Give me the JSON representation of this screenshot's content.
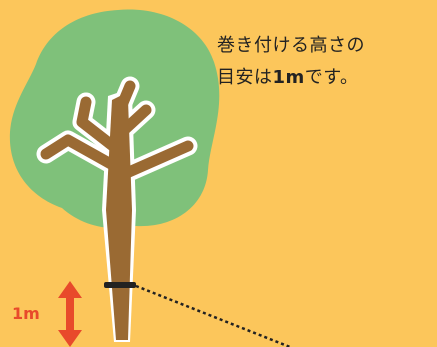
{
  "caption": {
    "line1": "巻き付ける高さの",
    "line2_prefix": "目安は",
    "line2_bold": "1m",
    "line2_suffix": "です。"
  },
  "height_marker": {
    "label": "1m"
  },
  "colors": {
    "background": "#fcc65b",
    "foliage": "#7fc17a",
    "trunk": "#9a6a33",
    "trunk_outline": "#ffffff",
    "band": "#222222",
    "arrow": "#e84a2b",
    "dotted_line": "#222222"
  }
}
